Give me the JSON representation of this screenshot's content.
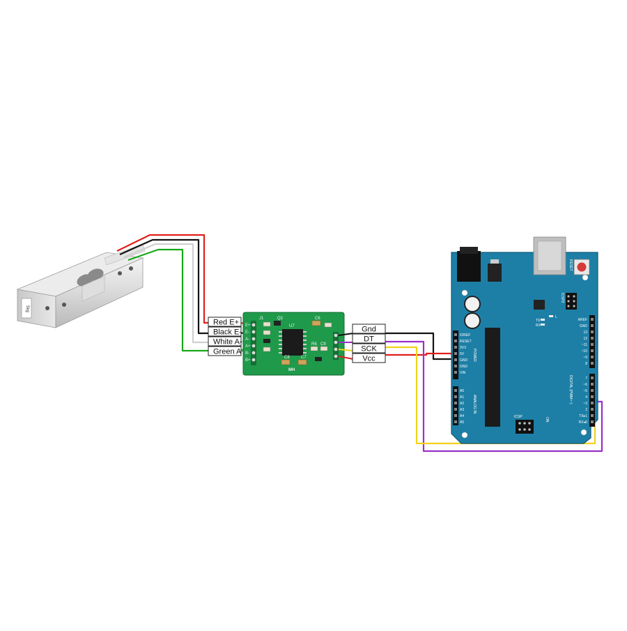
{
  "load_cell": {
    "label": "5kg",
    "wire_colors": {
      "red": "#e0201c",
      "black": "#111111",
      "white": "#cfcfcf",
      "green": "#17a817"
    }
  },
  "hx711": {
    "input_labels": [
      "Red E+",
      "Black E-",
      "White A-",
      "Green A+"
    ],
    "pin_labels_left": [
      "E+",
      "E-",
      "A-",
      "A+",
      "B-",
      "B+"
    ],
    "silkscreen": {
      "j1": "J1",
      "q2": "Q2",
      "u7": "U7",
      "c6": "C6",
      "c9": "C9",
      "c8": "C8",
      "c7": "C7",
      "r6": "R6",
      "mh": "MH"
    },
    "board_color": "#1f9a4b"
  },
  "output_labels": [
    "Gnd",
    "DT",
    "SCK",
    "Vcc"
  ],
  "arduino": {
    "board_color": "#1d7fa6",
    "header_labels_left": [
      "IOREF",
      "RESET",
      "3V3",
      "5V",
      "GND",
      "GND",
      "VIN"
    ],
    "analog_labels": [
      "A0",
      "A1",
      "A2",
      "A3",
      "A4",
      "A5"
    ],
    "power_label": "POWER",
    "analog_in_label": "ANALOG IN",
    "digital_top": [
      "AREF",
      "GND",
      "13",
      "12",
      "~11",
      "~10",
      "~9",
      "8"
    ],
    "digital_bottom": [
      "7",
      "~6",
      "~5",
      "4",
      "~3",
      "2",
      "TX▸1",
      "RX◂0"
    ],
    "digital_label": "DIGITAL (PWM=~)",
    "icsp_label": "ICSP",
    "icsp2_label": "ICSP2",
    "reset_label": "RESET",
    "tx_label": "TX",
    "rx_label": "RX",
    "l_label": "L",
    "on_label": "ON"
  },
  "wire_colors": {
    "gnd": "#111111",
    "dt": "#9b2fc9",
    "sck": "#f2d21b",
    "vcc": "#e0201c"
  }
}
